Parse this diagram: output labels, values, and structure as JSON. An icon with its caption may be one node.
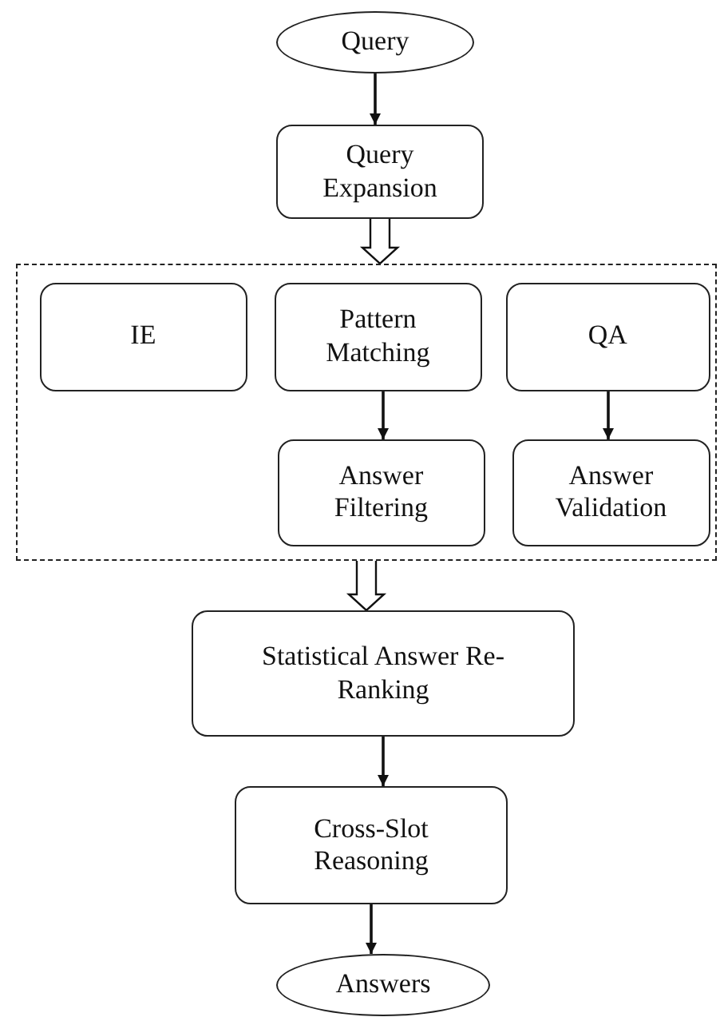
{
  "diagram": {
    "nodes": [
      {
        "text": [
          "Query"
        ]
      },
      {
        "text": [
          "Query Expansion"
        ]
      },
      {
        "text": [],
        "shape": "box"
      },
      {
        "text": [
          "IE"
        ],
        "in": 2
      },
      {
        "text": [
          "Pattern Matching"
        ],
        "in": 2
      },
      {
        "text": [
          "QA"
        ],
        "in": 2
      },
      {
        "text": [
          "Answer Filtering"
        ],
        "in": 2
      },
      {
        "text": [
          "Answer Validation"
        ],
        "in": 2
      },
      {
        "text": [
          "Statistical Answer Re-Ranking"
        ]
      },
      {
        "text": [
          "Cross-Slot Reasoning"
        ]
      },
      {
        "text": [
          "Answers"
        ]
      }
    ],
    "edges": [
      {
        "from": 0,
        "to": 1,
        "arrow": "to"
      },
      {
        "from": 1,
        "to": 2,
        "arrow": "to",
        "style": "thick"
      },
      {
        "from": 4,
        "to": 6,
        "arrow": "to"
      },
      {
        "from": 5,
        "to": 7,
        "arrow": "to"
      },
      {
        "from": 2,
        "to": 8,
        "arrow": "to",
        "style": "thick"
      },
      {
        "from": 8,
        "to": 9,
        "arrow": "to"
      },
      {
        "from": 9,
        "to": 10,
        "arrow": "to"
      }
    ]
  }
}
